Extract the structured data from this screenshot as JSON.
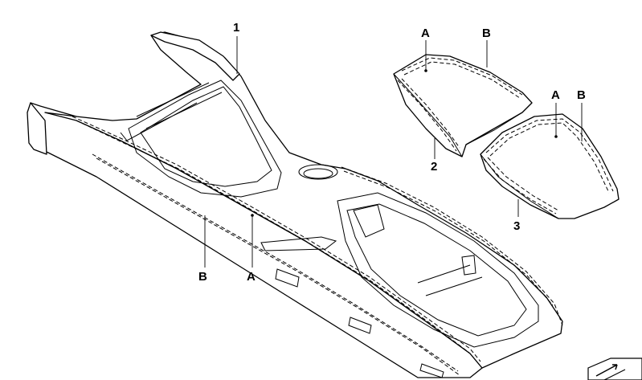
{
  "callouts": {
    "part_1": "1",
    "part_2": "2",
    "part_3": "3",
    "console_A": "A",
    "console_B": "B",
    "lid2_A": "A",
    "lid2_B": "B",
    "lid3_A": "A",
    "lid3_B": "B"
  },
  "icons": {
    "corner": "corner-arrow-icon"
  }
}
